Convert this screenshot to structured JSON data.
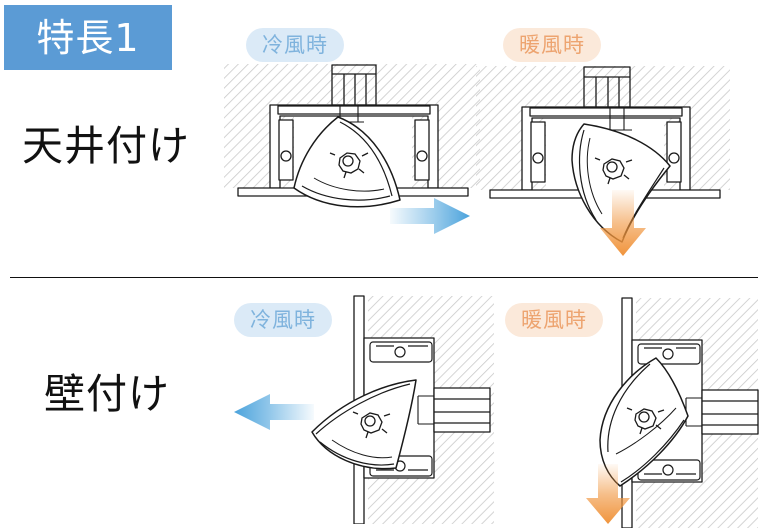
{
  "badge": {
    "label": "特長1",
    "bg_color": "#5b9bd5",
    "text_color": "#ffffff"
  },
  "rows": [
    {
      "id": "ceiling",
      "label": "天井付け",
      "panels": [
        {
          "id": "ceiling-cool",
          "mode_label": "冷風時",
          "mode": "cool",
          "airflow_direction": "horizontal-right",
          "arrow_color": "#4ba3dc",
          "louver_position": "angled-horizontal-deflection"
        },
        {
          "id": "ceiling-warm",
          "mode_label": "暖風時",
          "mode": "warm",
          "airflow_direction": "vertical-down",
          "arrow_color": "#f0943c",
          "louver_position": "vertical-downward-deflection"
        }
      ]
    },
    {
      "id": "wall",
      "label": "壁付け",
      "panels": [
        {
          "id": "wall-cool",
          "mode_label": "冷風時",
          "mode": "cool",
          "airflow_direction": "horizontal-left",
          "arrow_color": "#4ba3dc",
          "louver_position": "angled-horizontal-deflection"
        },
        {
          "id": "wall-warm",
          "mode_label": "暖風時",
          "mode": "warm",
          "airflow_direction": "vertical-down",
          "arrow_color": "#f0943c",
          "louver_position": "vertical-downward-deflection"
        }
      ]
    }
  ],
  "colors": {
    "cool_pill_bg": "#dbeaf7",
    "cool_pill_text": "#7fb3dd",
    "warm_pill_bg": "#fbe9da",
    "warm_pill_text": "#eda470",
    "arrow_blue": "#4ba3dc",
    "arrow_orange": "#f0943c",
    "line_art": "#1a1a1a",
    "hatch": "#c9c9c9",
    "divider": "#111111",
    "background": "#ffffff"
  }
}
